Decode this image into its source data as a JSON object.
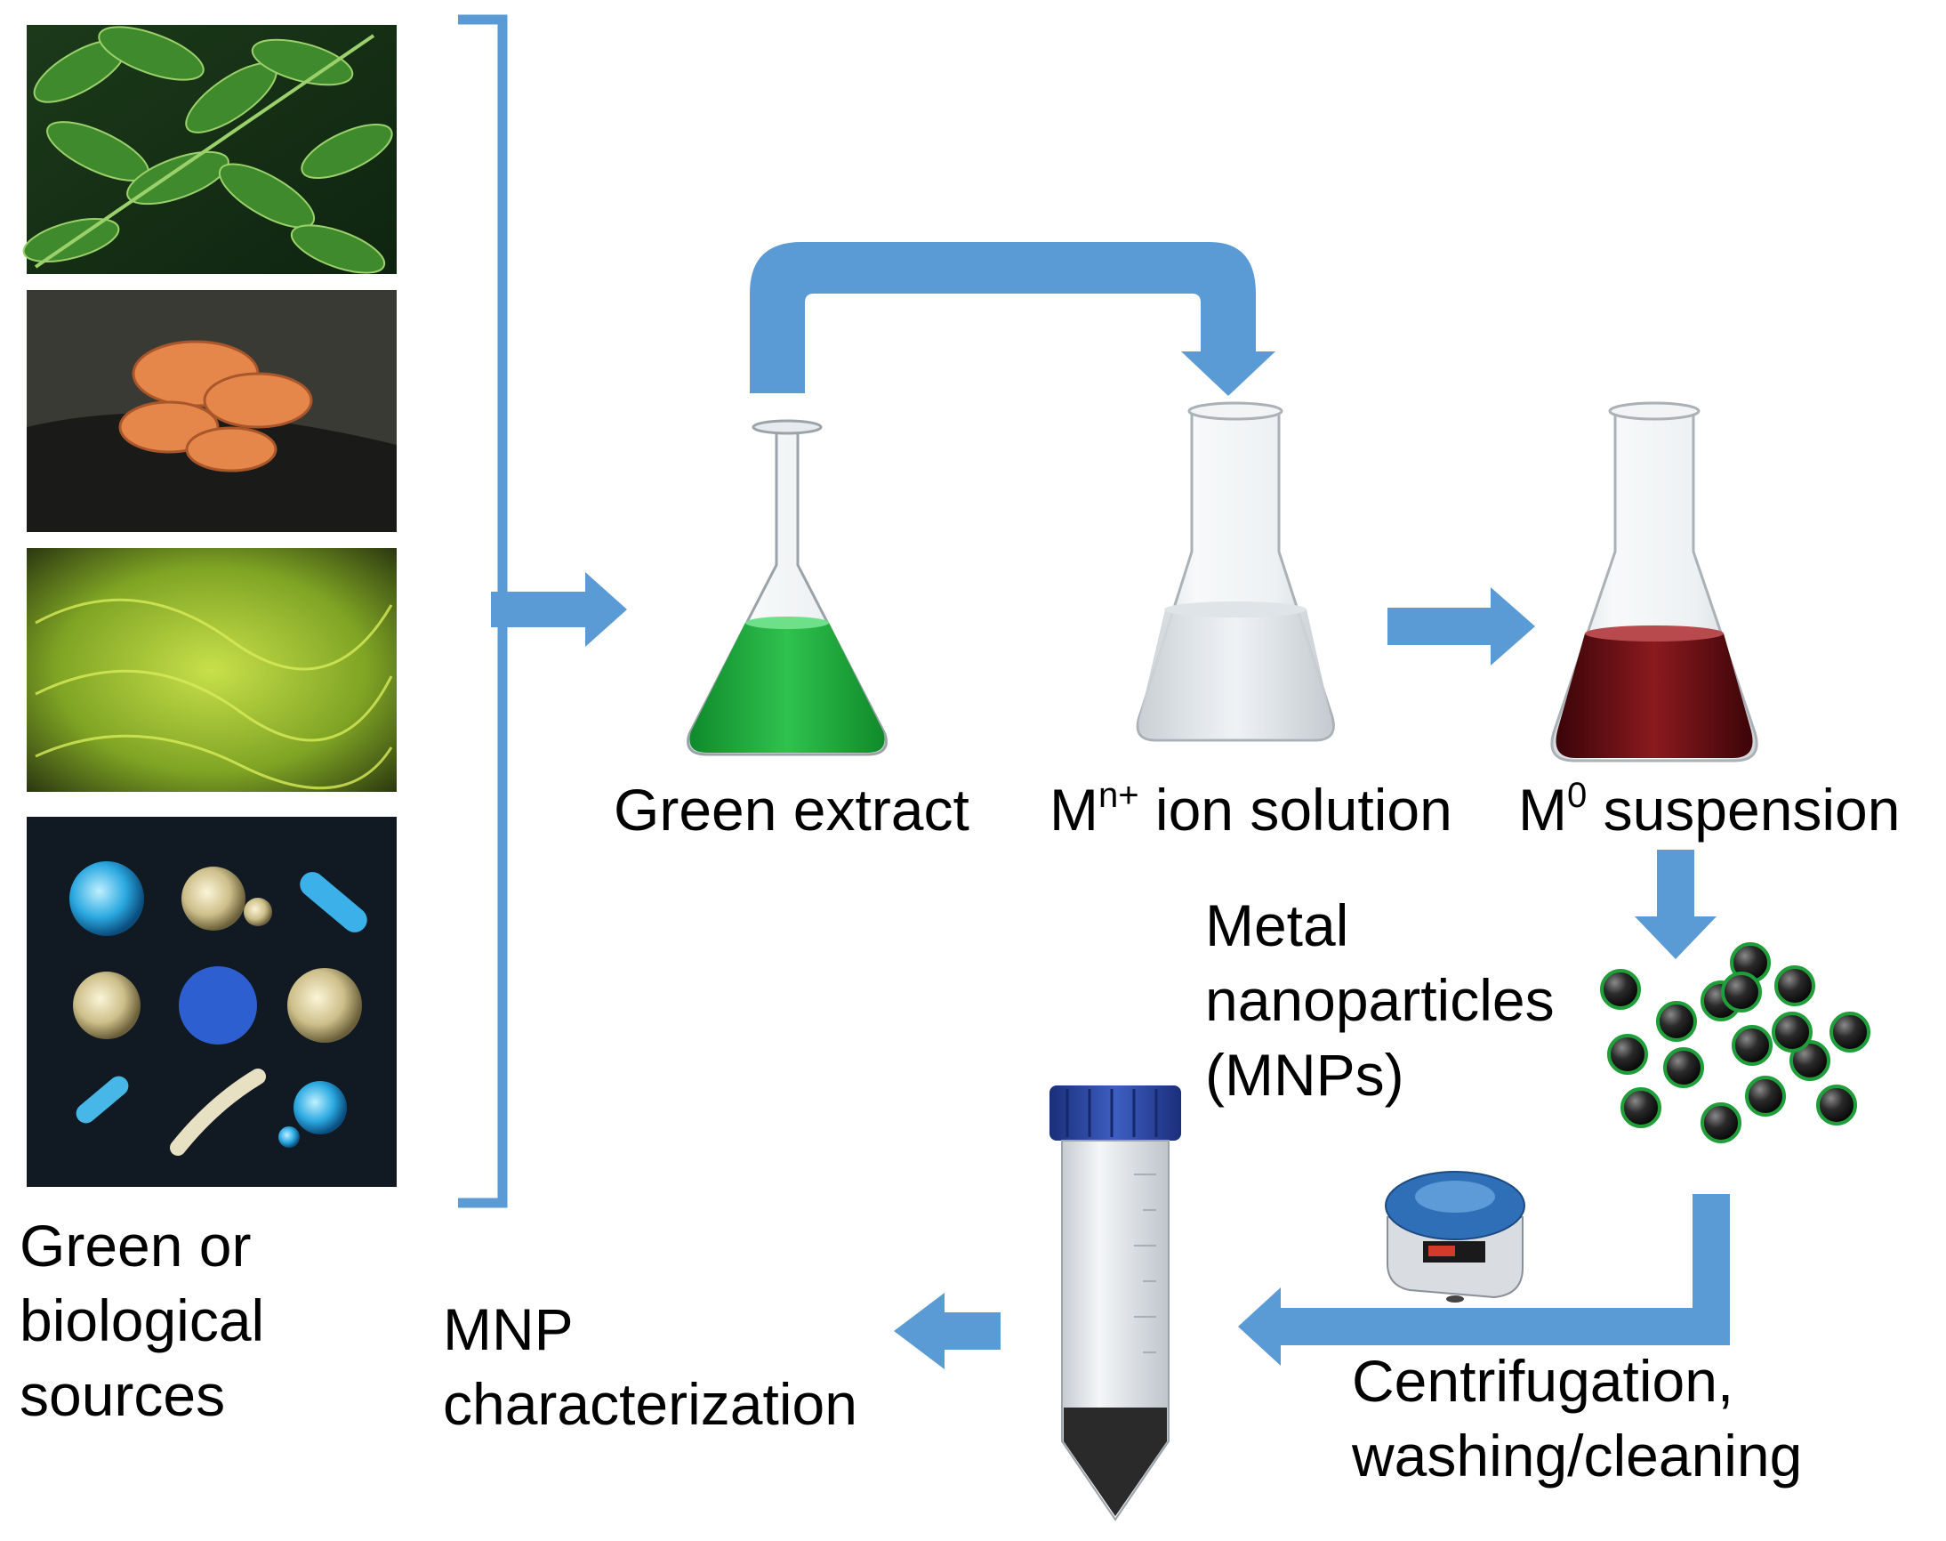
{
  "labels": {
    "sources_line1": "Green or",
    "sources_line2": "biological",
    "sources_line3": "sources",
    "green_extract": "Green extract",
    "ion_base": "M",
    "ion_sup": "n+",
    "ion_rest": " ion solution",
    "suspension_base": "M",
    "suspension_sup": "0",
    "suspension_rest": " suspension",
    "mnp_line1": "Metal",
    "mnp_line2": "nanoparticles",
    "mnp_line3": "(MNPs)",
    "centrifuge_line1": "Centrifugation,",
    "centrifuge_line2": "washing/cleaning",
    "charac_line1": "MNP",
    "charac_line2": "characterization"
  },
  "images": {
    "source_photos": [
      "leaves-photo",
      "mushroom-photo",
      "moss-photo",
      "microbes-illustration"
    ],
    "flasks": [
      "green-extract-flask",
      "ion-solution-flask",
      "suspension-flask"
    ],
    "equipment": [
      "centrifuge-machine",
      "centrifuge-tube"
    ],
    "nanoparticle_count": 16
  },
  "colors": {
    "arrow": "#5b9bd5",
    "green_liquid": "#1fa83c",
    "red_liquid": "#6e0c12",
    "particle_ring": "#1f9e3a",
    "tube_cap": "#2e49a6",
    "pellet": "#2a2a2a"
  }
}
